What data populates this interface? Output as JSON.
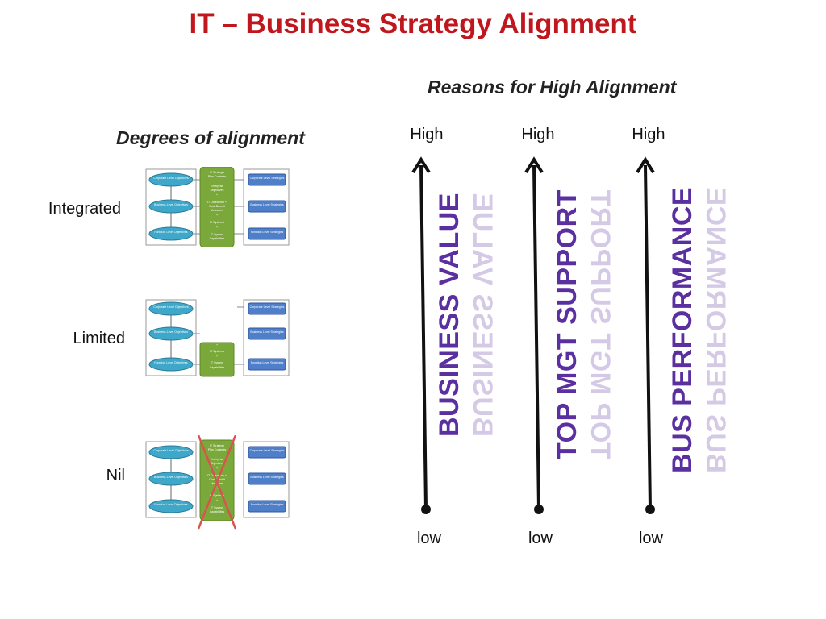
{
  "slide": {
    "title": "IT – Business Strategy Alignment",
    "reasons_heading": "Reasons for High Alignment",
    "degrees_heading": "Degrees of alignment"
  },
  "levels": [
    {
      "label": "Integrated"
    },
    {
      "label": "Limited"
    },
    {
      "label": "Nil"
    }
  ],
  "diagram": {
    "objectives": [
      "Corporate Level Objectives",
      "Business Level Objectives",
      "Function Level Objectives"
    ],
    "strategies": [
      "Corporate Level Strategies",
      "Business Level Strategies",
      "Function Level Strategies"
    ],
    "it_box_full": [
      "IT Strategic",
      "Plan Contents",
      "Enterprise",
      "Objectives",
      "+",
      "IT Objectives +",
      "Cost-Benefit",
      "Measures",
      "+",
      "IT Systems",
      "+",
      "IT System",
      "Capabilities"
    ],
    "it_box_limited": [
      "+",
      "IT Systems",
      "+",
      "IT System",
      "Capabilities"
    ]
  },
  "arrows": [
    {
      "high": "High",
      "low": "low",
      "label": "BUSINESS VALUE"
    },
    {
      "high": "High",
      "low": "low",
      "label": "TOP MGT SUPPORT"
    },
    {
      "high": "High",
      "low": "low",
      "label": "BUS PERFORMANCE"
    }
  ],
  "colors": {
    "title": "#c0161d",
    "arrow_label": "#5a2fa0",
    "objective_fill": "#3fa7c9",
    "strategy_fill": "#4f7fc8",
    "it_fill": "#7aa83a",
    "cross": "#d9534f"
  }
}
